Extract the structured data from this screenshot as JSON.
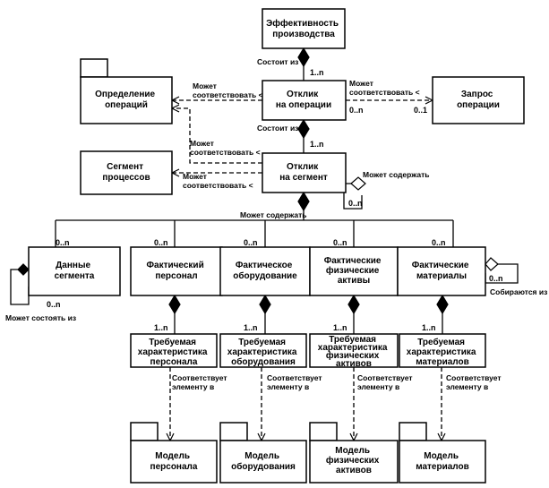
{
  "boxes": {
    "efficiency": [
      "Эффективность",
      "производства"
    ],
    "op_definition": [
      "Определение",
      "операций"
    ],
    "op_response": [
      "Отклик",
      "на операции"
    ],
    "op_request": [
      "Запрос",
      "операции"
    ],
    "process_segment": [
      "Сегмент",
      "процессов"
    ],
    "segment_response": [
      "Отклик",
      "на сегмент"
    ],
    "segment_data": [
      "Данные",
      "сегмента"
    ],
    "actual_personnel": [
      "Фактический",
      "персонал"
    ],
    "actual_equipment": [
      "Фактическое",
      "оборудование"
    ],
    "actual_physical_assets": [
      "Фактические",
      "физические",
      "активы"
    ],
    "actual_materials": [
      "Фактические",
      "материалы"
    ],
    "req_personnel": [
      "Требуемая",
      "характеристика",
      "персонала"
    ],
    "req_equipment": [
      "Требуемая",
      "характеристика",
      "оборудования"
    ],
    "req_physical_assets": [
      "Требуемая",
      "характеристика",
      "физических",
      "активов"
    ],
    "req_materials": [
      "Требуемая",
      "характеристика",
      "материалов"
    ],
    "model_personnel": [
      "Модель",
      "персонала"
    ],
    "model_equipment": [
      "Модель",
      "оборудования"
    ],
    "model_physical_assets": [
      "Модель",
      "физических",
      "активов"
    ],
    "model_materials": [
      "Модель",
      "материалов"
    ]
  },
  "labels": {
    "consists_of_1": "Состоит из",
    "consists_of_2": "Состоит из",
    "may_correspond_1": [
      "Может",
      "соответствовать <"
    ],
    "may_correspond_2": [
      "Может",
      "соответствовать <"
    ],
    "may_correspond_3": [
      "Может",
      "соответствовать <"
    ],
    "may_correspond_4": [
      "Может",
      "соответствовать <"
    ],
    "may_contain_self": "Может содержать",
    "may_contain": "Может содержать",
    "may_consist_of": "Может состоять из",
    "assembled_from": "Собираются из",
    "corresponds_personnel": [
      "Соответствует",
      "элементу в"
    ],
    "corresponds_equipment": [
      "Соответствует",
      "элементу в"
    ],
    "corresponds_assets": [
      "Соответствует",
      "элементу в"
    ],
    "corresponds_materials": [
      "Соответствует",
      "элементу в"
    ]
  },
  "multiplicities": {
    "eff_op": "1..n",
    "req_left": "0..n",
    "req_right": "0..1",
    "op_seg": "1..n",
    "seg_self": "0..n",
    "segdata": "0..n",
    "personnel": "0..n",
    "equipment": "0..n",
    "assets": "0..n",
    "materials": "0..n",
    "segdata_self": "0..n",
    "materials_self": "0..n",
    "req_personnel": "1..n",
    "req_equipment": "1..n",
    "req_assets": "1..n",
    "req_materials": "1..n"
  }
}
